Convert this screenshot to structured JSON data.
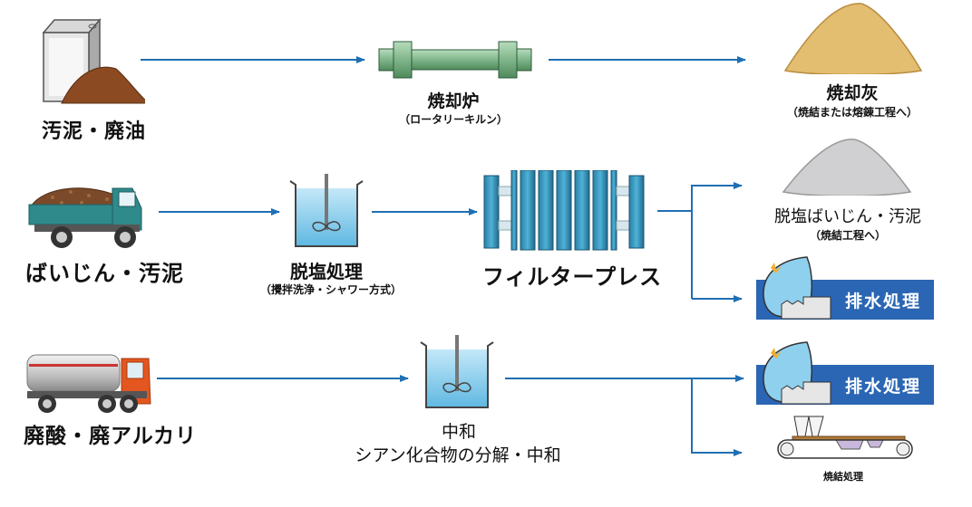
{
  "colors": {
    "arrow": "#1f6fb3",
    "wastewater_badge": "#2a66b4",
    "kiln": "#7fb58a",
    "filter_press": "#2f8fb4",
    "tank_water": "#8fd0ee"
  },
  "rows": [
    {
      "source": {
        "label": "汚泥・廃油",
        "icon": "drum-and-sludge-pile-icon"
      },
      "process": {
        "label": "焼却炉",
        "sublabel": "（ロータリーキルン）",
        "icon": "rotary-kiln-icon"
      },
      "outputs": [
        {
          "label": "焼却灰",
          "sublabel": "（焼結または熔錬工程へ）",
          "icon": "ash-pile-icon"
        }
      ]
    },
    {
      "source": {
        "label": "ばいじん・汚泥",
        "icon": "dump-truck-icon"
      },
      "process": {
        "label": "脱塩処理",
        "sublabel": "（攪拌洗浄・シャワー方式）",
        "icon": "mixing-tank-icon"
      },
      "process2": {
        "label": "フィルタープレス",
        "icon": "filter-press-icon"
      },
      "outputs": [
        {
          "label": "脱塩ばいじん・汚泥",
          "sublabel": "（焼結工程へ）",
          "icon": "gray-dust-pile-icon"
        },
        {
          "label": "排水処理",
          "icon": "wastewater-treatment-icon"
        }
      ]
    },
    {
      "source": {
        "label": "廃酸・廃アルカリ",
        "icon": "tanker-truck-icon"
      },
      "process": {
        "label": "中和",
        "sublabel": "シアン化合物の分解・中和",
        "icon": "mixing-tank-icon"
      },
      "outputs": [
        {
          "label": "排水処理",
          "icon": "wastewater-treatment-icon"
        },
        {
          "label": "焼結処理",
          "icon": "sintering-conveyor-icon"
        }
      ]
    }
  ]
}
